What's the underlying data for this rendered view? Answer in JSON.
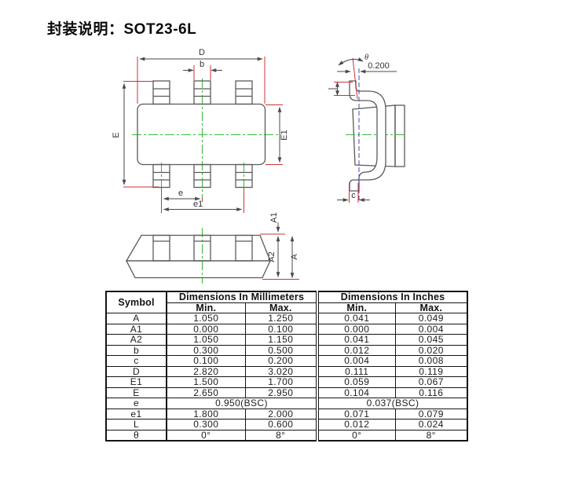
{
  "page": {
    "title": "封装说明：SOT23-6L"
  },
  "drawings": {
    "colors": {
      "outline": "#5a5a5a",
      "dimension_lines": "#4a4a4a",
      "extension_red": "#cc3333",
      "centerline_green": "#3dbb3d",
      "gauge_blue": "#4747bb"
    },
    "top_view": {
      "labels": {
        "D": "D",
        "b": "b",
        "E": "E",
        "E1": "E1",
        "e": "e",
        "e1": "e1"
      }
    },
    "front_view": {
      "labels": {
        "A": "A",
        "A1": "A1",
        "A2": "A2"
      }
    },
    "side_view": {
      "labels": {
        "theta": "θ",
        "gauge_offset": "0.200",
        "c": "c"
      }
    }
  },
  "table": {
    "headers": {
      "symbol": "Symbol",
      "mm_group": "Dimensions In Millimeters",
      "in_group": "Dimensions In Inches",
      "min": "Min.",
      "max": "Max."
    },
    "rows": [
      {
        "symbol": "A",
        "mm_min": "1.050",
        "mm_max": "1.250",
        "in_min": "0.041",
        "in_max": "0.049"
      },
      {
        "symbol": "A1",
        "mm_min": "0.000",
        "mm_max": "0.100",
        "in_min": "0.000",
        "in_max": "0.004"
      },
      {
        "symbol": "A2",
        "mm_min": "1.050",
        "mm_max": "1.150",
        "in_min": "0.041",
        "in_max": "0.045"
      },
      {
        "symbol": "b",
        "mm_min": "0.300",
        "mm_max": "0.500",
        "in_min": "0.012",
        "in_max": "0.020"
      },
      {
        "symbol": "c",
        "mm_min": "0.100",
        "mm_max": "0.200",
        "in_min": "0.004",
        "in_max": "0.008"
      },
      {
        "symbol": "D",
        "mm_min": "2.820",
        "mm_max": "3.020",
        "in_min": "0.111",
        "in_max": "0.119"
      },
      {
        "symbol": "E1",
        "mm_min": "1.500",
        "mm_max": "1.700",
        "in_min": "0.059",
        "in_max": "0.067"
      },
      {
        "symbol": "E",
        "mm_min": "2.650",
        "mm_max": "2.950",
        "in_min": "0.104",
        "in_max": "0.116"
      },
      {
        "symbol": "e",
        "mm_span": "0.950(BSC)",
        "in_span": "0.037(BSC)"
      },
      {
        "symbol": "e1",
        "mm_min": "1.800",
        "mm_max": "2.000",
        "in_min": "0.071",
        "in_max": "0.079"
      },
      {
        "symbol": "L",
        "mm_min": "0.300",
        "mm_max": "0.600",
        "in_min": "0.012",
        "in_max": "0.024"
      },
      {
        "symbol": "θ",
        "mm_min": "0°",
        "mm_max": "8°",
        "in_min": "0°",
        "in_max": "8°"
      }
    ]
  }
}
